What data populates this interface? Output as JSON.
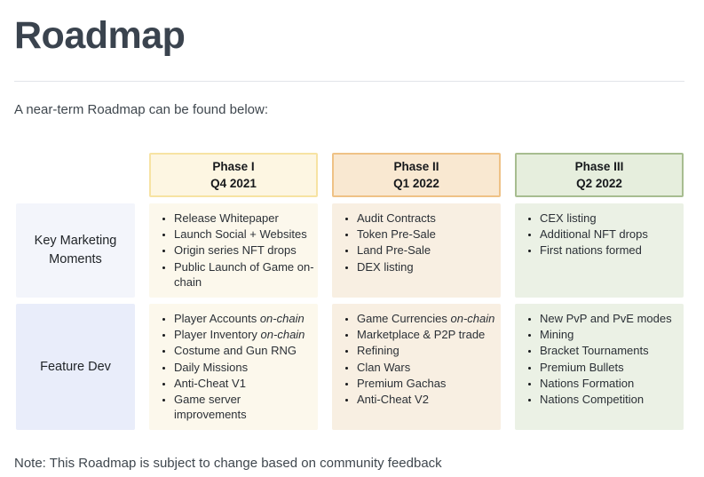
{
  "page": {
    "title": "Roadmap",
    "intro": "A near-term Roadmap can be found below:",
    "note": "Note: This Roadmap is subject to change based on community feedback"
  },
  "roadmap": {
    "rows": [
      {
        "label": "Key Marketing Moments",
        "bg": "#f3f5fb"
      },
      {
        "label": "Feature Dev",
        "bg": "#e9edfa"
      }
    ],
    "phases": [
      {
        "name": "Phase I",
        "quarter": "Q4 2021",
        "colors": {
          "header_bg": "#fdf6e2",
          "header_border": "#f7e3a3",
          "cell_bg": "#fcf8ec"
        },
        "marketing": [
          "Release Whitepaper",
          "Launch Social + Websites",
          "Origin series NFT drops",
          "Public Launch of Game on-chain"
        ],
        "features": [
          [
            {
              "t": "Player Accounts "
            },
            {
              "t": "on-chain",
              "i": true
            }
          ],
          [
            {
              "t": "Player Inventory "
            },
            {
              "t": "on-chain",
              "i": true
            }
          ],
          "Costume and Gun RNG",
          "Daily Missions",
          "Anti-Cheat V1",
          "Game server improvements"
        ]
      },
      {
        "name": "Phase II",
        "quarter": "Q1 2022",
        "colors": {
          "header_bg": "#f9e8d1",
          "header_border": "#efc286",
          "cell_bg": "#f8efe2"
        },
        "marketing": [
          "Audit Contracts",
          "Token Pre-Sale",
          "Land Pre-Sale",
          "DEX listing"
        ],
        "features": [
          [
            {
              "t": "Game Currencies "
            },
            {
              "t": "on-chain",
              "i": true
            }
          ],
          "Marketplace & P2P trade",
          "Refining",
          "Clan Wars",
          "Premium Gachas",
          "Anti-Cheat V2"
        ]
      },
      {
        "name": "Phase III",
        "quarter": "Q2 2022",
        "colors": {
          "header_bg": "#e6eedd",
          "header_border": "#a7bd90",
          "cell_bg": "#ebf1e5"
        },
        "marketing": [
          "CEX listing",
          "Additional NFT drops",
          "First nations formed"
        ],
        "features": [
          "New PvP and PvE modes",
          "Mining",
          "Bracket Tournaments",
          "Premium Bullets",
          "Nations Formation",
          "Nations Competition"
        ]
      }
    ]
  }
}
